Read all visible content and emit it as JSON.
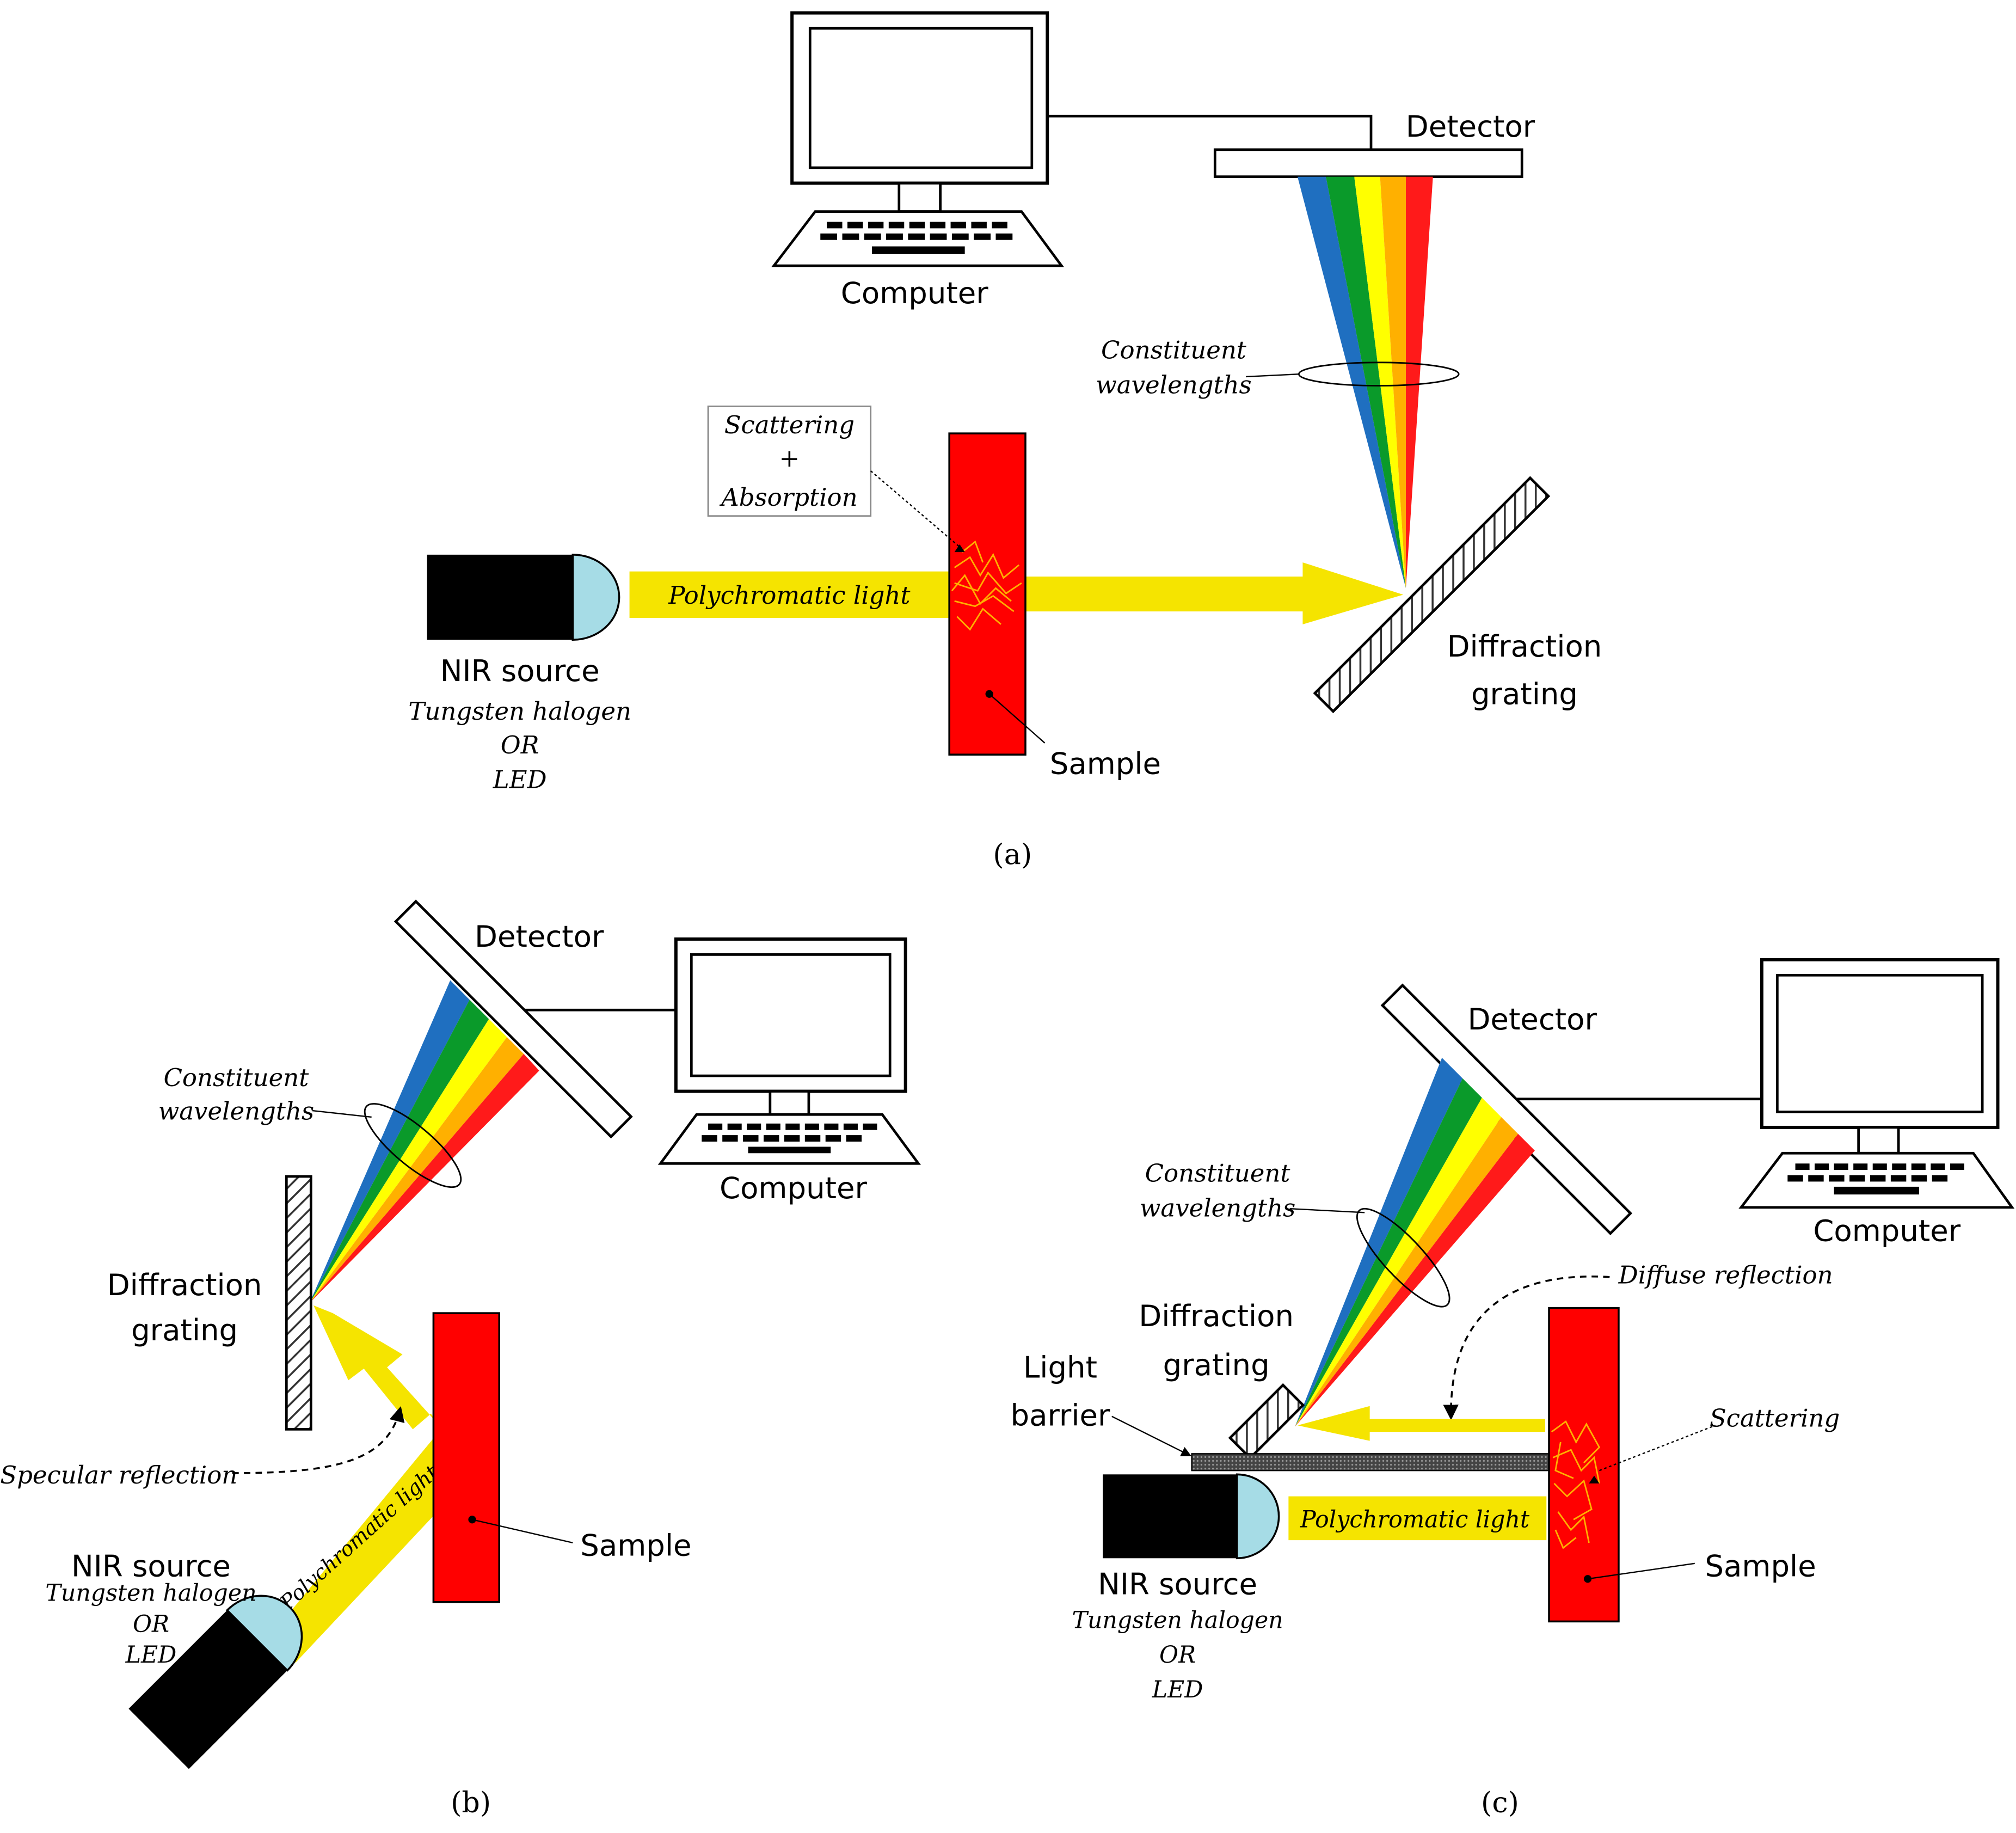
{
  "panel_a": {
    "caption": "(a)",
    "computer": "Computer",
    "detector": "Detector",
    "constituent_1": "Constituent",
    "constituent_2": "wavelengths",
    "box_scattering": "Scattering",
    "box_plus": "+",
    "box_absorption": "Absorption",
    "beam_label": "Polychromatic light",
    "nir_title": "NIR source",
    "nir_line1": "Tungsten halogen",
    "nir_line2": "OR",
    "nir_line3": "LED",
    "sample": "Sample",
    "grating_1": "Diffraction",
    "grating_2": "grating"
  },
  "panel_b": {
    "caption": "(b)",
    "detector": "Detector",
    "computer": "Computer",
    "constituent_1": "Constituent",
    "constituent_2": "wavelengths",
    "grating_1": "Diffraction",
    "grating_2": "grating",
    "specular": "Specular reflection",
    "nir_title": "NIR source",
    "nir_line1": "Tungsten halogen",
    "nir_line2": "OR",
    "nir_line3": "LED",
    "beam_label": "Polychromatic light",
    "sample": "Sample"
  },
  "panel_c": {
    "caption": "(c)",
    "detector": "Detector",
    "computer": "Computer",
    "constituent_1": "Constituent",
    "constituent_2": "wavelengths",
    "diffuse": "Diffuse reflection",
    "grating_1": "Diffraction",
    "grating_2": "grating",
    "barrier_1": "Light",
    "barrier_2": "barrier",
    "scattering": "Scattering",
    "beam_label": "Polychromatic light",
    "nir_title": "NIR source",
    "nir_line1": "Tungsten halogen",
    "nir_line2": "OR",
    "nir_line3": "LED",
    "sample": "Sample"
  },
  "colors": {
    "beam": "#f5e400",
    "sample": "#ff0000",
    "lamp": "#a6dce6",
    "spectrum": [
      "#1f6fc0",
      "#0a9a2a",
      "#ffff00",
      "#ffb000",
      "#ff1a1a"
    ]
  }
}
